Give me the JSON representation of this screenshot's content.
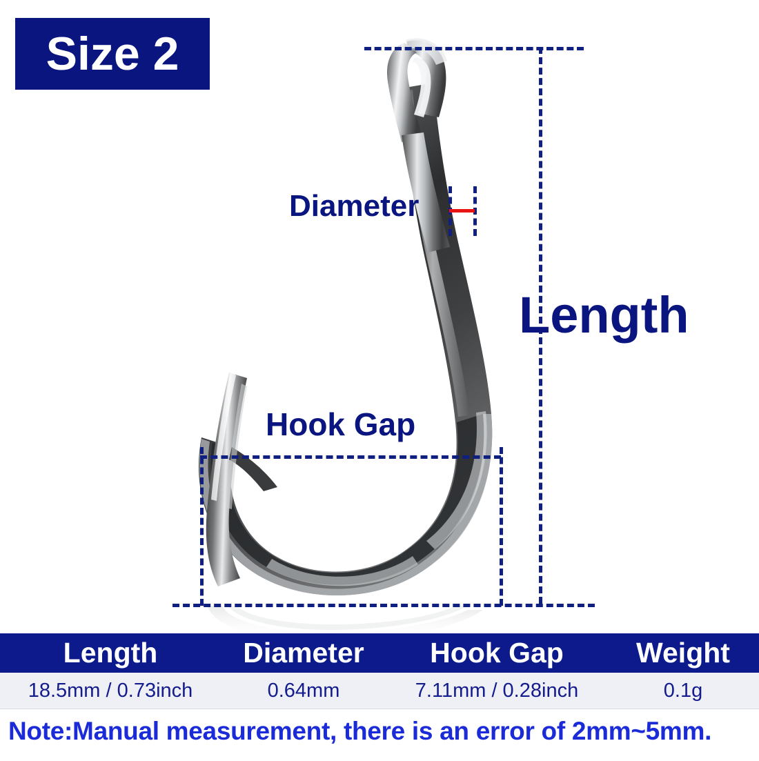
{
  "badge": {
    "label": "Size 2",
    "bg_color": "#0a1580",
    "text_color": "#ffffff"
  },
  "annotations": {
    "length_label": "Length",
    "diameter_label": "Diameter",
    "hook_gap_label": "Hook Gap",
    "line_color": "#102080",
    "diameter_marker_color": "#e81414"
  },
  "product": {
    "icon": "fishing-hook-icon",
    "finish": "polished-steel"
  },
  "spec_table": {
    "headers": [
      "Length",
      "Diameter",
      "Hook Gap",
      "Weight"
    ],
    "rows": [
      [
        "18.5mm / 0.73inch",
        "0.64mm",
        "7.11mm / 0.28inch",
        "0.1g"
      ]
    ],
    "header_bg": "#0d1a8c",
    "header_text": "#ffffff",
    "row_bg": "#eef0f5",
    "row_text": "#141b8c"
  },
  "note": {
    "text": "Note:Manual measurement, there is an error of 2mm~5mm.",
    "color": "#1b2bd8"
  }
}
